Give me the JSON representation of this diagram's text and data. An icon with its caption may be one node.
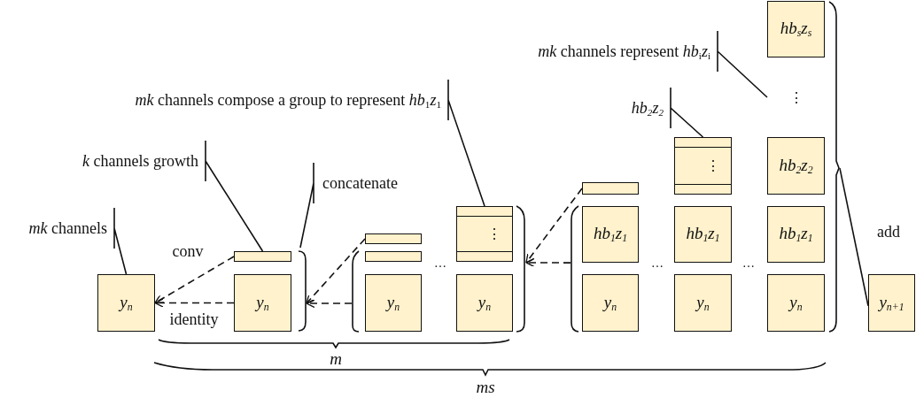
{
  "diagram": {
    "nodes": [
      {
        "text": [
          "*mk* channels"
        ]
      },
      {
        "text": [
          "*k* channels growth"
        ]
      },
      {
        "text": [
          "concatenate"
        ]
      },
      {
        "text": [
          "*mk* channels compose a group to represent *hb*$_{1}$*z*$_{1}$"
        ]
      },
      {
        "text": [
          "hb$_{2}$z$_{2}$"
        ],
        "in": 16
      },
      {
        "text": [
          "*mk* channels represent *hb*$_{i}$*z*$_{i}$"
        ]
      },
      {
        "text": [
          "y$_{n}$"
        ]
      },
      {
        "text": [],
        "shape": "bracket"
      },
      {
        "text": [],
        "shape": "bar",
        "in": 7
      },
      {
        "text": [
          "y$_{n}$"
        ],
        "in": 7
      },
      {
        "text": [],
        "shape": "bar",
        "in": 11
      },
      {
        "text": [],
        "shape": "bracket"
      },
      {
        "text": [],
        "shape": "bar",
        "in": 11
      },
      {
        "text": [
          "y$_{n}$"
        ],
        "in": 11
      },
      {
        "text": [
          "⋮"
        ],
        "in": 11
      },
      {
        "text": [
          "y$_{n}$"
        ],
        "in": 11
      },
      {
        "text": [],
        "shape": "bracket"
      },
      {
        "text": [],
        "shape": "bar",
        "in": 16
      },
      {
        "text": [
          "hb$_{1}$z$_{1}$"
        ],
        "in": 16
      },
      {
        "text": [
          "y$_{n}$"
        ],
        "in": 16
      },
      {
        "text": [
          "⋮"
        ],
        "in": 16
      },
      {
        "text": [
          "hb$_{1}$z$_{1}$"
        ],
        "in": 16
      },
      {
        "text": [
          "y$_{n}$"
        ],
        "in": 16
      },
      {
        "text": [
          "hb$_{s}$z$_{s}$"
        ],
        "in": 16
      },
      {
        "text": [
          "⋮"
        ],
        "in": 16
      },
      {
        "text": [
          "hb$_{2}$z$_{2}$"
        ],
        "in": 16
      },
      {
        "text": [
          "hb$_{1}$z$_{1}$"
        ],
        "in": 16
      },
      {
        "text": [
          "y$_{n}$"
        ],
        "in": 16
      },
      {
        "text": [
          "y$_{n+1}$"
        ]
      }
    ],
    "edges": [
      {
        "from": 0,
        "to": 6,
        "arrow": "none"
      },
      {
        "from": 1,
        "to": 8,
        "arrow": "none"
      },
      {
        "from": 2,
        "to": 7,
        "arrow": "none"
      },
      {
        "from": 3,
        "to": 14,
        "arrow": "none"
      },
      {
        "from": 4,
        "to": 20,
        "arrow": "none"
      },
      {
        "from": 5,
        "to": 24,
        "arrow": "none"
      },
      {
        "from": 8,
        "to": 6,
        "arrow": "to",
        "style": "dashed",
        "label": "conv"
      },
      {
        "from": 9,
        "to": 6,
        "arrow": "to",
        "style": "dashed",
        "label": "identity"
      },
      {
        "from": 10,
        "to": 7,
        "arrow": "to",
        "style": "dashed"
      },
      {
        "from": 11,
        "to": 7,
        "arrow": "to",
        "style": "dashed"
      },
      {
        "from": 17,
        "to": 11,
        "arrow": "to",
        "style": "dashed"
      },
      {
        "from": 16,
        "to": 11,
        "arrow": "to",
        "style": "dashed"
      },
      {
        "from": 16,
        "to": 28,
        "arrow": "none",
        "label": "add"
      }
    ],
    "labels": [
      "…",
      "…",
      "…",
      "m",
      "ms"
    ]
  }
}
